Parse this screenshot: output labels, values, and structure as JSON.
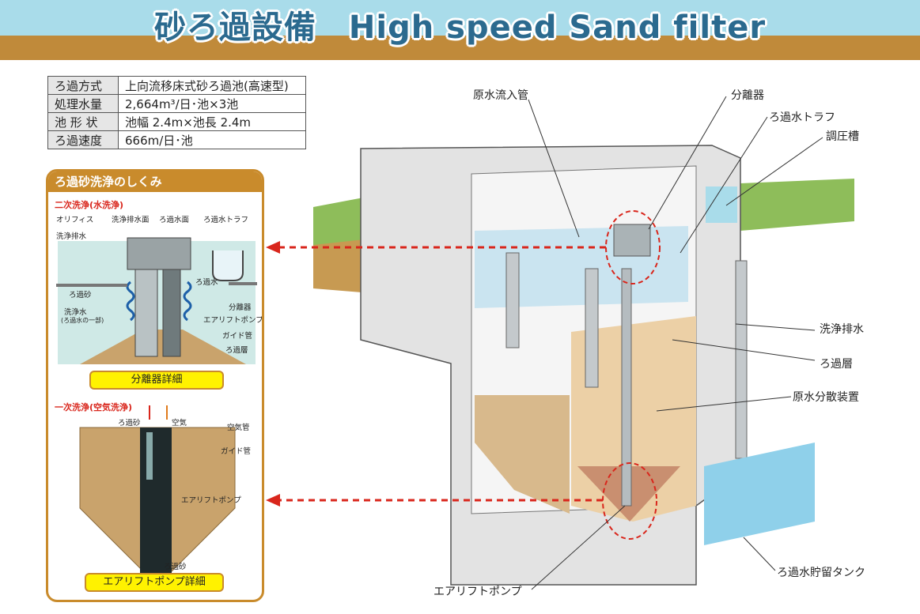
{
  "title": "砂ろ過設備　High speed Sand filter",
  "spec_table": [
    {
      "key": "ろ過方式",
      "value": "上向流移床式砂ろ過池(高速型)"
    },
    {
      "key": "処理水量",
      "value": "2,664m³/日･池×3池"
    },
    {
      "key": "池 形 状",
      "value": "池幅 2.4m×池長 2.4m"
    },
    {
      "key": "ろ過速度",
      "value": "666m/日･池"
    }
  ],
  "panel": {
    "title": "ろ過砂洗浄のしくみ",
    "secondary_wash": "二次洗浄(水洗浄)",
    "primary_wash": "一次洗浄(空気洗浄)",
    "separator_caption": "分離器詳細",
    "airlift_caption": "エアリフトポンプ詳細",
    "upper_labels": {
      "orifice": "オリフィス",
      "wash_surface": "洗浄排水面",
      "filtered_surface": "ろ過水面",
      "trough": "ろ過水トラフ",
      "wash_drain": "洗浄排水",
      "filtered_water": "ろ過水",
      "filter_sand": "ろ過砂",
      "wash_water": "洗浄水",
      "wash_water_note": "(ろ過水の一部)",
      "separator": "分離器",
      "airlift": "エアリフトポンプ",
      "guide_pipe": "ガイド管",
      "filter_layer": "ろ過層"
    },
    "lower_labels": {
      "filter_sand": "ろ過砂",
      "air": "空気",
      "air_pipe": "空気管",
      "guide_pipe": "ガイド管",
      "airlift": "エアリフトポンプ",
      "filter_sand_bottom": "ろ過砂"
    }
  },
  "main_labels": {
    "raw_inlet": "原水流入管",
    "separator": "分離器",
    "trough": "ろ過水トラフ",
    "regulating_tank": "調圧槽",
    "wash_drain": "洗浄排水",
    "filter_layer": "ろ過層",
    "distributor": "原水分散装置",
    "storage_tank": "ろ過水貯留タンク",
    "airlift": "エアリフトポンプ"
  },
  "colors": {
    "banner_blue": "#a9dcea",
    "banner_brown": "#c08a3a",
    "title_blue": "#2b6a8f",
    "accent_red": "#d9261c",
    "panel_orange": "#c98b2c",
    "highlight_yellow": "#fff200"
  }
}
